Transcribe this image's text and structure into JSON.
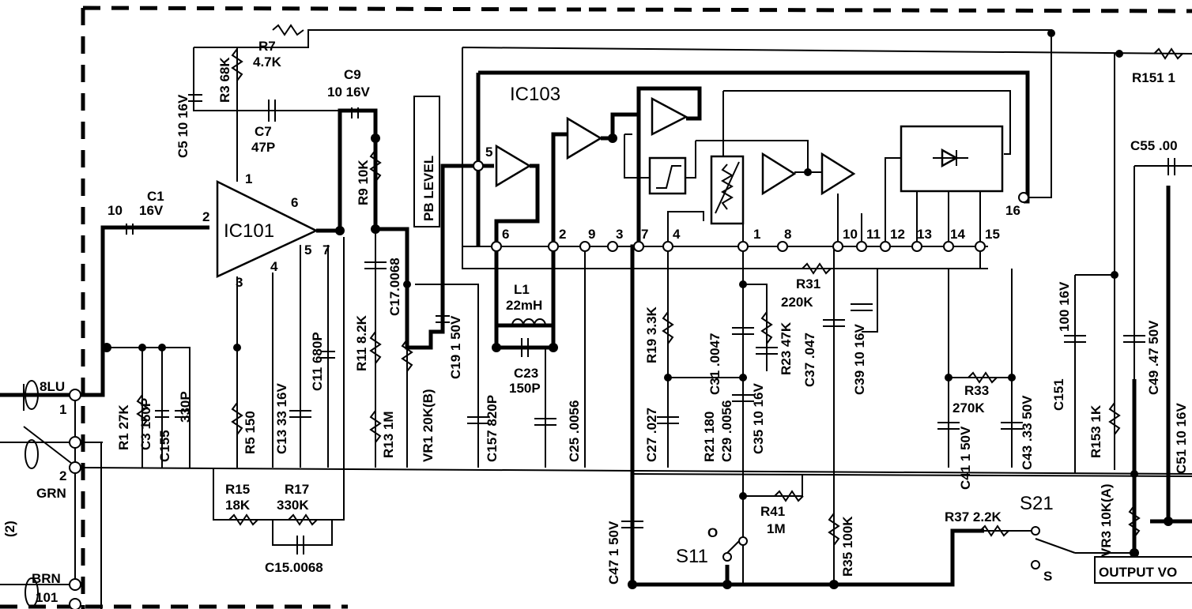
{
  "ics": {
    "ic101": "IC101",
    "ic103": "IC103"
  },
  "labels": {
    "c1": "C1",
    "c1_val": "10",
    "c1_v": "16V",
    "c5": "C5  10  16V",
    "r3": "R3  68K",
    "r7": "R7",
    "r7_val": "4.7K",
    "c7": "C7",
    "c7_val": "47P",
    "c9": "C9",
    "c9_val": "10  16V",
    "r9": "R9  10K",
    "pb_level": "PB LEVEL",
    "c17": "C17.0068",
    "r11": "R11  8.2K",
    "r13": "R13  1M",
    "c11": "C11  680P",
    "c13": "C13  33  16V",
    "r5": "R5  150",
    "r1": "R1  27K",
    "c3": "C3  150P",
    "c155": "C155",
    "c330": "330P",
    "r15": "R15",
    "r15_val": "18K",
    "r17": "R17",
    "r17_val": "330K",
    "c15": "C15.0068",
    "vr1": "VR1  20K(B)",
    "c19": "C19  1  50V",
    "c157": "C157  820P",
    "l1": "L1",
    "l1_val": "22mH",
    "c23": "C23",
    "c23_val": "150P",
    "c25": "C25  .0056",
    "c27": "C27  .027",
    "r19": "R19  3.3K",
    "r21": "R21  180",
    "c29": "C29  .0056",
    "c31": "C31  .0047",
    "c35": "C35  10  16V",
    "r23": "R23  47K",
    "r31": "R31",
    "r31_val": "220K",
    "c37": "C37 .047",
    "c39": "C39  10  16V",
    "r33": "R33",
    "r33_val": "270K",
    "c41": "C41  1  50V",
    "c43": "C43  .33  50V",
    "c47": "C47  1  50V",
    "r41": "R41",
    "r41_val": "1M",
    "r35": "R35  100K",
    "s11": "S11",
    "s11_o": "O",
    "r37": "R37  2.2K",
    "s21": "S21",
    "s21_s": "S",
    "c151": "C151",
    "c151_val": "100  16V",
    "r153": "R153  1K",
    "c49": "C49  .47  50V",
    "c51": "C51  10  16V",
    "vr3": "VR3  10K(A)",
    "r151": "R151  1",
    "c55": "C55  .00",
    "output_vol": "OUTPUT VO",
    "blu": "8LU",
    "grn": "GRN",
    "brn": "BRN",
    "conn_101": "101",
    "pin1": "1",
    "pin2": "2",
    "conn_2": "(2)"
  },
  "ic101_pins": [
    "1",
    "2",
    "3",
    "4",
    "5",
    "6",
    "7"
  ],
  "ic103_pins": [
    "5",
    "6",
    "2",
    "9",
    "3",
    "7",
    "4",
    "1",
    "8",
    "10",
    "11",
    "12",
    "13",
    "14",
    "15",
    "16"
  ]
}
